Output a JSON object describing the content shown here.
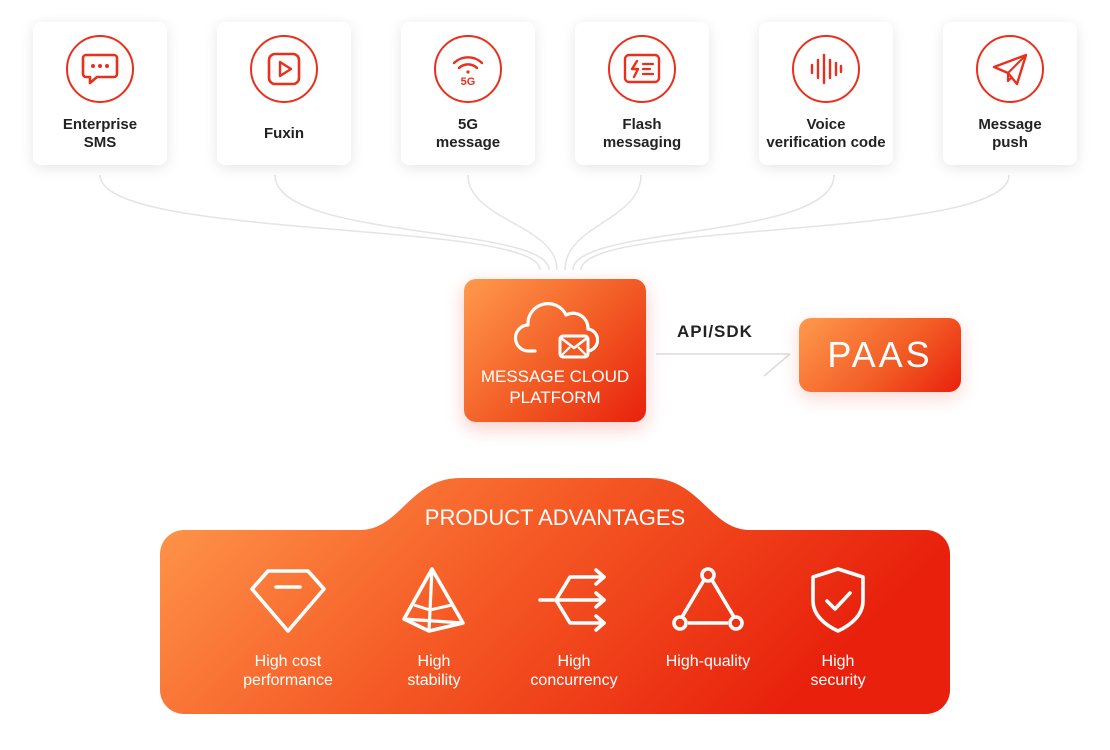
{
  "services": [
    {
      "id": "enterprise-sms",
      "icon": "sms-chat-icon",
      "label": [
        "Enterprise",
        "SMS"
      ]
    },
    {
      "id": "fuxin",
      "icon": "play-icon",
      "label": [
        "Fuxin"
      ]
    },
    {
      "id": "5g-message",
      "icon": "5g-signal-icon",
      "label": [
        "5G",
        "message"
      ]
    },
    {
      "id": "flash-messaging",
      "icon": "flash-message-icon",
      "label": [
        "Flash",
        "messaging"
      ]
    },
    {
      "id": "voice-verification-code",
      "icon": "voice-wave-icon",
      "label": [
        "Voice",
        "verification code"
      ]
    },
    {
      "id": "message-push",
      "icon": "paper-plane-icon",
      "label": [
        "Message",
        "push"
      ]
    }
  ],
  "platform": {
    "icon": "cloud-mail-icon",
    "label": [
      "MESSAGE CLOUD",
      "PLATFORM"
    ]
  },
  "interface": {
    "label": "API/SDK"
  },
  "paas": {
    "label": "PAAS"
  },
  "advantages": {
    "title": "PRODUCT ADVANTAGES",
    "items": [
      {
        "id": "high-cost-performance",
        "icon": "diamond-icon",
        "label": [
          "High cost",
          "performance"
        ]
      },
      {
        "id": "high-stability",
        "icon": "pyramid-icon",
        "label": [
          "High",
          "stability"
        ]
      },
      {
        "id": "high-concurrency",
        "icon": "branch-arrows-icon",
        "label": [
          "High",
          "concurrency"
        ]
      },
      {
        "id": "high-quality",
        "icon": "triangle-nodes-icon",
        "label": [
          "High-quality"
        ]
      },
      {
        "id": "high-security",
        "icon": "shield-check-icon",
        "label": [
          "High",
          "security"
        ]
      }
    ]
  },
  "colors": {
    "accent": "#e8301c",
    "gradient_start": "#ff9a4d",
    "gradient_end": "#e8200c"
  }
}
